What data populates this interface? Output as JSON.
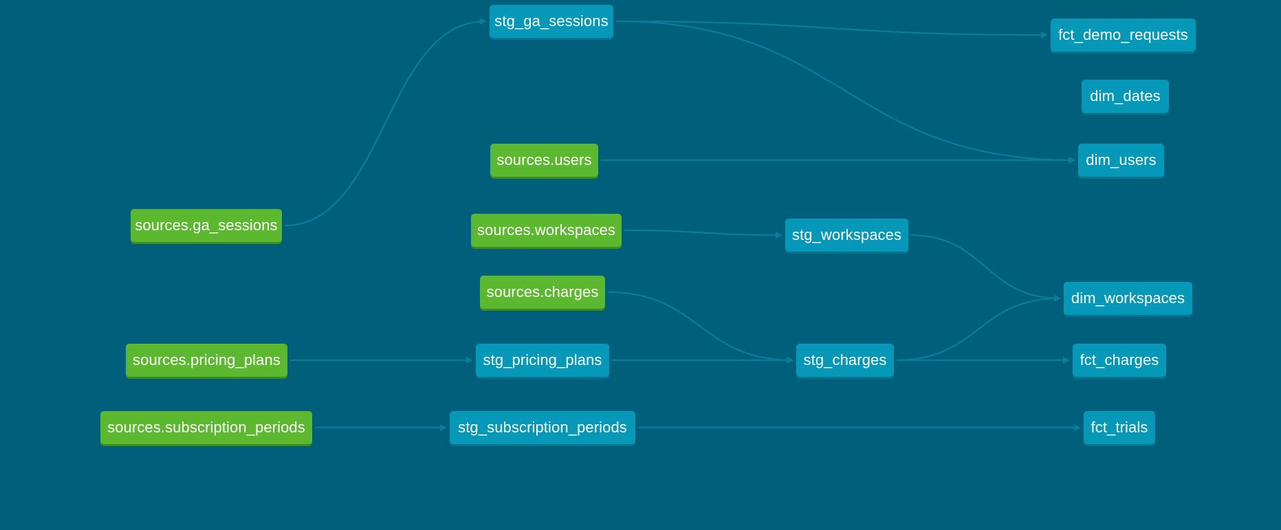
{
  "graph": {
    "colors": {
      "background": "#005f7b",
      "source_node": "#5cb82e",
      "model_node": "#0698b8",
      "edge": "#0a7d9a"
    },
    "nodes": [
      {
        "id": "stg_ga_sessions",
        "label": "stg_ga_sessions",
        "kind": "model"
      },
      {
        "id": "fct_demo_requests",
        "label": "fct_demo_requests",
        "kind": "model"
      },
      {
        "id": "dim_dates",
        "label": "dim_dates",
        "kind": "model"
      },
      {
        "id": "sources_users",
        "label": "sources.users",
        "kind": "source"
      },
      {
        "id": "dim_users",
        "label": "dim_users",
        "kind": "model"
      },
      {
        "id": "sources_ga_sessions",
        "label": "sources.ga_sessions",
        "kind": "source"
      },
      {
        "id": "sources_workspaces",
        "label": "sources.workspaces",
        "kind": "source"
      },
      {
        "id": "stg_workspaces",
        "label": "stg_workspaces",
        "kind": "model"
      },
      {
        "id": "sources_charges",
        "label": "sources.charges",
        "kind": "source"
      },
      {
        "id": "dim_workspaces",
        "label": "dim_workspaces",
        "kind": "model"
      },
      {
        "id": "sources_pricing_plans",
        "label": "sources.pricing_plans",
        "kind": "source"
      },
      {
        "id": "stg_pricing_plans",
        "label": "stg_pricing_plans",
        "kind": "model"
      },
      {
        "id": "stg_charges",
        "label": "stg_charges",
        "kind": "model"
      },
      {
        "id": "fct_charges",
        "label": "fct_charges",
        "kind": "model"
      },
      {
        "id": "sources_subscription_periods",
        "label": "sources.subscription_periods",
        "kind": "source"
      },
      {
        "id": "stg_subscription_periods",
        "label": "stg_subscription_periods",
        "kind": "model"
      },
      {
        "id": "fct_trials",
        "label": "fct_trials",
        "kind": "model"
      }
    ],
    "edges": [
      {
        "from": "sources_ga_sessions",
        "to": "stg_ga_sessions"
      },
      {
        "from": "stg_ga_sessions",
        "to": "fct_demo_requests"
      },
      {
        "from": "stg_ga_sessions",
        "to": "dim_users"
      },
      {
        "from": "sources_users",
        "to": "dim_users"
      },
      {
        "from": "sources_workspaces",
        "to": "stg_workspaces"
      },
      {
        "from": "stg_workspaces",
        "to": "dim_workspaces"
      },
      {
        "from": "sources_charges",
        "to": "stg_charges"
      },
      {
        "from": "stg_pricing_plans",
        "to": "stg_charges"
      },
      {
        "from": "stg_charges",
        "to": "dim_workspaces"
      },
      {
        "from": "stg_charges",
        "to": "fct_charges"
      },
      {
        "from": "sources_pricing_plans",
        "to": "stg_pricing_plans"
      },
      {
        "from": "sources_subscription_periods",
        "to": "stg_subscription_periods"
      },
      {
        "from": "stg_subscription_periods",
        "to": "fct_trials"
      }
    ]
  }
}
